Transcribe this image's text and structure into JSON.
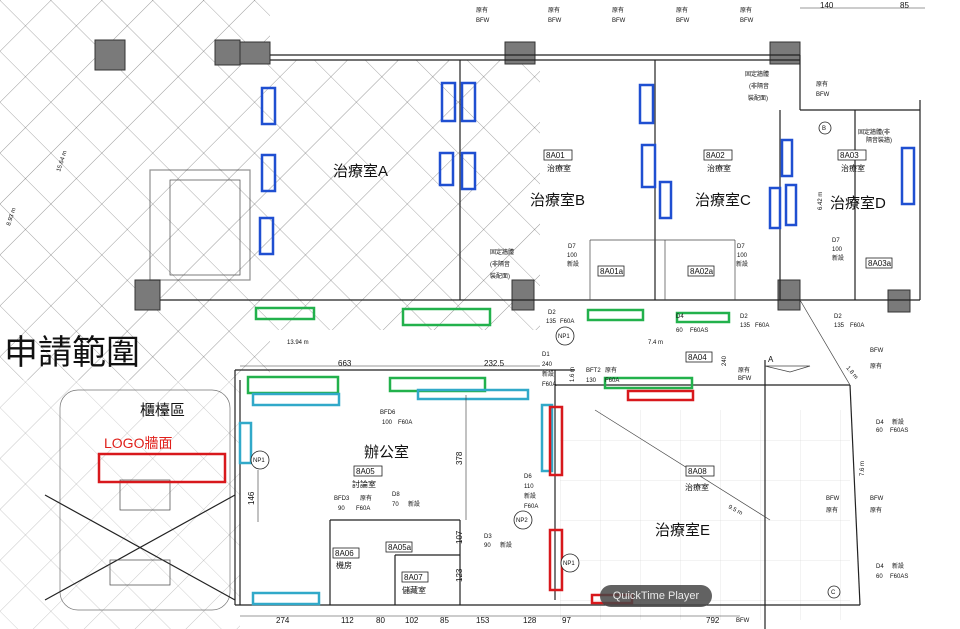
{
  "rooms": {
    "a": "治療室A",
    "b": "治療室B",
    "c": "治療室C",
    "d": "治療室D",
    "e": "治療室E",
    "office": "辦公室",
    "counter": "櫃檯區"
  },
  "room_tags": {
    "b_code": "8A01",
    "b_name": "治療室",
    "c_code": "8A02",
    "c_name": "治療室",
    "d_code": "8A03",
    "d_name": "治療室",
    "e_code": "8A08",
    "e_name": "治療室",
    "office_code": "8A05",
    "office_name": "討論室",
    "mech_code": "8A06",
    "mech_name": "機房",
    "store_code": "8A07",
    "store_name": "儲藏室",
    "a1": "8A01a",
    "a2": "8A02a",
    "a3": "8A03a",
    "a4": "8A04",
    "a5": "8A05a"
  },
  "labels": {
    "application_scope": "申請範圍",
    "logo_wall": "LOGO牆面",
    "np": "NP1",
    "np2": "NP2",
    "bfw": "BFW",
    "axis_a": "A",
    "axis_b": "B",
    "axis_c": "C",
    "fixed_1": "固定牆體(非",
    "fixed_2": "隔音裝牆)",
    "fixed_3": "固定牆體",
    "fixed_4": "(非隔音",
    "fixed_5": "裝配面)",
    "original": "原有",
    "new": "新設",
    "fire": "F60A",
    "fire_s": "F60AS"
  },
  "door_tags": [
    "D7",
    "100",
    "D2",
    "135",
    "D1",
    "240",
    "D6",
    "110",
    "D3",
    "90",
    "D8",
    "70",
    "D4",
    "60",
    "BFD6",
    "BFD3",
    "BFT2",
    "130"
  ],
  "dimensions": {
    "d1": "140",
    "d2": "85",
    "d3": "15.64 m",
    "d4": "8.93 m",
    "d5": "13.94 m",
    "d6": "663",
    "d7": "232.5",
    "d8": "378",
    "d9": "146",
    "d10": "107",
    "d11": "123",
    "d12": "274",
    "d13": "112",
    "d14": "80",
    "d15": "102",
    "d16": "85",
    "d17": "153",
    "d18": "128",
    "d19": "97",
    "d20": "792",
    "d21": "7.4 m",
    "d22": "1.6 m",
    "d23": "6.42 m",
    "d24": "7.6 m",
    "d25": "9.5 m",
    "d26": "1.8 m",
    "d27": "240"
  },
  "player": {
    "label": "QuickTime Player"
  },
  "colors": {
    "blue": "#1f4fd1",
    "green": "#22b14c",
    "cyan": "#31a9c9",
    "red": "#d8181c"
  }
}
